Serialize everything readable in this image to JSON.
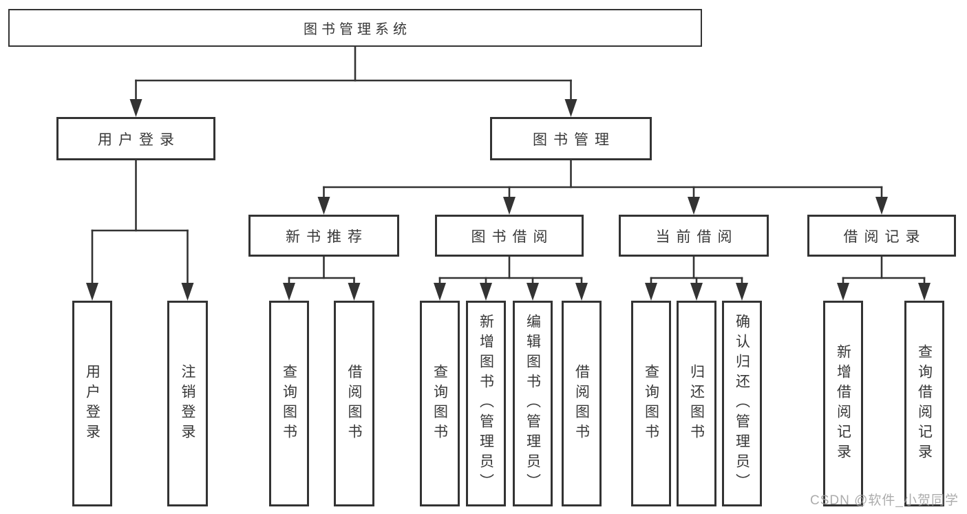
{
  "title": "图书管理系统",
  "watermark": "CSDN @软件_小贺同学",
  "colors": {
    "line": "#333333",
    "text": "#383838",
    "watermark": "#9e9e9e",
    "background": "#ffffff"
  },
  "tree": {
    "root": "图书管理系统",
    "branches": [
      {
        "label": "用户登录",
        "children": [
          "用户登录",
          "注销登录"
        ]
      },
      {
        "label": "图书管理",
        "groups": [
          {
            "label": "新书推荐",
            "children": [
              "查询图书",
              "借阅图书"
            ]
          },
          {
            "label": "图书借阅",
            "children": [
              "查询图书",
              "新增图书（管理员）",
              "编辑图书（管理员）",
              "借阅图书"
            ]
          },
          {
            "label": "当前借阅",
            "children": [
              "查询图书",
              "归还图书",
              "确认归还（管理员）"
            ]
          },
          {
            "label": "借阅记录",
            "children": [
              "新增借阅记录",
              "查询借阅记录"
            ]
          }
        ]
      }
    ]
  }
}
